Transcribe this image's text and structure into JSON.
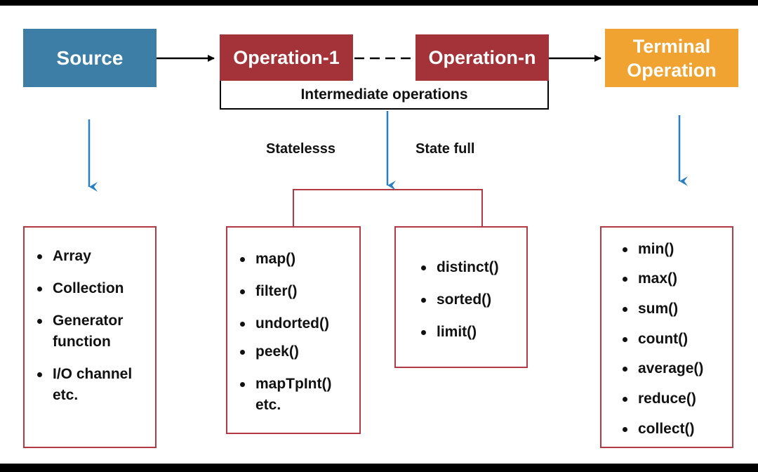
{
  "nodes": {
    "source": "Source",
    "operation_1": "Operation-1",
    "operation_n": "Operation-n",
    "terminal": "Terminal Operation"
  },
  "intermediate_label": "Intermediate operations",
  "branch_labels": {
    "stateless": "Statelesss",
    "statefull": "State full"
  },
  "lists": {
    "source": [
      "Array",
      "Collection",
      "Generator function",
      "I/O channel etc."
    ],
    "stateless": [
      "map()",
      "filter()",
      "undorted()",
      "peek()",
      "mapTpInt() etc."
    ],
    "statefull": [
      "distinct()",
      "sorted()",
      "limit()"
    ],
    "terminal": [
      "min()",
      "max()",
      "sum()",
      "count()",
      "average()",
      "reduce()",
      "collect()"
    ]
  },
  "colors": {
    "source": "#3d7ea6",
    "operation": "#a33338",
    "terminal": "#f0a330",
    "box_border": "#b33a45",
    "down_arrow": "#2a7fc1"
  }
}
